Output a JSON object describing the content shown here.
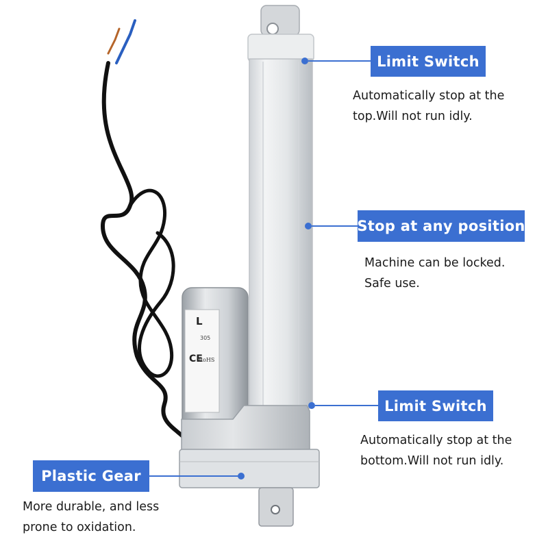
{
  "colors": {
    "accent": "#3b6fd1",
    "text": "#1a1a1a",
    "cable": "#111111",
    "actuator_body": "#e6e8ea"
  },
  "callouts": [
    {
      "label": "Limit Switch",
      "description": [
        "Automatically stop at the",
        "top.Will not run idly."
      ]
    },
    {
      "label": "Stop at any position",
      "description": [
        "Machine can be locked.",
        "Safe use."
      ]
    },
    {
      "label": "Limit Switch",
      "description": [
        "Automatically stop at the",
        "bottom.Will not run idly."
      ]
    },
    {
      "label": "Plastic Gear",
      "description": [
        "More durable, and less",
        "prone to oxidation."
      ]
    }
  ],
  "product_label": {
    "lines": [
      "L",
      "305",
      "RoHS",
      "CE"
    ]
  }
}
